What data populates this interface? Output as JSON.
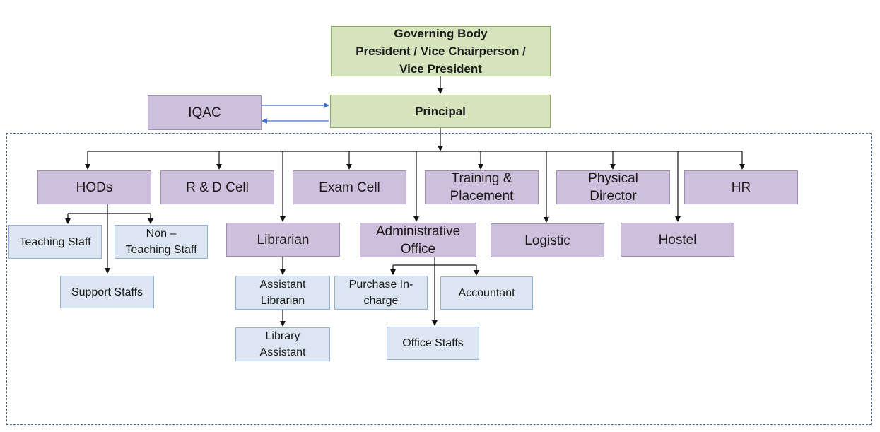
{
  "governing_body": {
    "line1": "Governing Body",
    "line2": "President / Vice Chairperson  /",
    "line3": "Vice President"
  },
  "principal": "Principal",
  "iqac": "IQAC",
  "departments": {
    "hods": "HODs",
    "rd_cell": "R & D Cell",
    "exam_cell": "Exam Cell",
    "training_placement": {
      "line1": "Training &",
      "line2": "Placement"
    },
    "physical_director": {
      "line1": "Physical",
      "line2": "Director"
    },
    "hr": "HR",
    "librarian": "Librarian",
    "administrative_office": {
      "line1": "Administrative",
      "line2": "Office"
    },
    "logistic": "Logistic",
    "hostel": "Hostel"
  },
  "staff": {
    "teaching_staff": "Teaching Staff",
    "non_teaching_staff": {
      "line1": "Non –",
      "line2": "Teaching Staff"
    },
    "support_staffs": "Support Staffs",
    "assistant_librarian": {
      "line1": "Assistant",
      "line2": "Librarian"
    },
    "library_assistant": {
      "line1": "Library",
      "line2": "Assistant"
    },
    "purchase_incharge": {
      "line1": "Purchase In-",
      "line2": "charge"
    },
    "accountant": "Accountant",
    "office_staffs": "Office Staffs"
  },
  "colors": {
    "top_fill": "#d6e4bd",
    "main_fill": "#cdc0dc",
    "sub_fill": "#dce6f2",
    "iqac_arrow": "#4472c4",
    "frame": "#4a6790"
  }
}
